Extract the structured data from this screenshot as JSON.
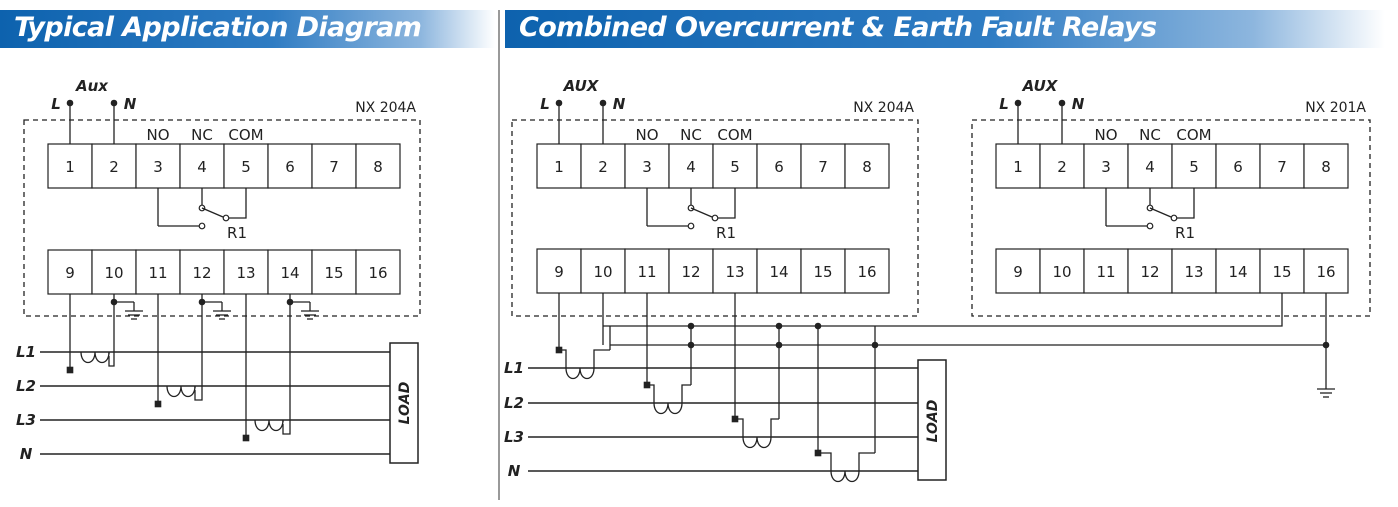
{
  "titles": {
    "left": "Typical Application Diagram",
    "right": "Combined Overcurrent & Earth Fault Relays"
  },
  "panels": {
    "left_relay": {
      "model": "NX 204A",
      "aux": "Aux",
      "L": "L",
      "N": "N",
      "top_terminals": [
        "1",
        "2",
        "3",
        "4",
        "5",
        "6",
        "7",
        "8"
      ],
      "bottom_terminals": [
        "9",
        "10",
        "11",
        "12",
        "13",
        "14",
        "15",
        "16"
      ],
      "contacts": [
        "NO",
        "NC",
        "COM"
      ],
      "relay_label": "R1"
    },
    "right_relay_1": {
      "model": "NX 204A",
      "aux": "AUX",
      "L": "L",
      "N": "N",
      "top_terminals": [
        "1",
        "2",
        "3",
        "4",
        "5",
        "6",
        "7",
        "8"
      ],
      "bottom_terminals": [
        "9",
        "10",
        "11",
        "12",
        "13",
        "14",
        "15",
        "16"
      ],
      "contacts": [
        "NO",
        "NC",
        "COM"
      ],
      "relay_label": "R1"
    },
    "right_relay_2": {
      "model": "NX 201A",
      "aux": "AUX",
      "L": "L",
      "N": "N",
      "top_terminals": [
        "1",
        "2",
        "3",
        "4",
        "5",
        "6",
        "7",
        "8"
      ],
      "bottom_terminals": [
        "9",
        "10",
        "11",
        "12",
        "13",
        "14",
        "15",
        "16"
      ],
      "contacts": [
        "NO",
        "NC",
        "COM"
      ],
      "relay_label": "R1"
    }
  },
  "lines": [
    "L1",
    "L2",
    "L3",
    "N"
  ],
  "load": "LOAD",
  "colors": {
    "banner": "#0d62ae",
    "wire": "#222222"
  }
}
